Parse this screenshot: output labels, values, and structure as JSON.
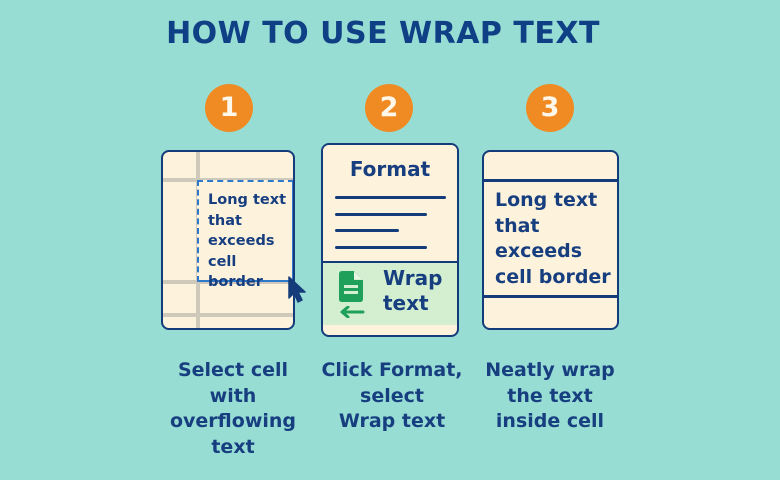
{
  "title": "HOW TO USE WRAP TEXT",
  "colors": {
    "background": "#97ddd4",
    "title": "#0f3f85",
    "badge": "#f08a23",
    "card_fill": "#fdf2dc",
    "card_border": "#143c7a",
    "selection_dashed": "#2e79c9",
    "wrap_highlight": "#d3efcf",
    "sheets_green": "#1fa05a"
  },
  "steps": [
    {
      "number": "1",
      "illustration": {
        "cell_text": "Long text\nthat\nexceeds\ncell border",
        "icons": [
          "mouse-cursor-icon"
        ]
      },
      "caption": "Select cell\nwith\noverflowing\ntext"
    },
    {
      "number": "2",
      "illustration": {
        "menu_title": "Format",
        "menu_item": "Wrap text",
        "icons": [
          "google-sheets-doc-icon",
          "arrow-left-icon"
        ]
      },
      "caption": "Click Format,\nselect\nWrap text"
    },
    {
      "number": "3",
      "illustration": {
        "cell_text": "Long text\nthat\nexceeds\ncell border"
      },
      "caption": "Neatly wrap\nthe text\ninside cell"
    }
  ]
}
